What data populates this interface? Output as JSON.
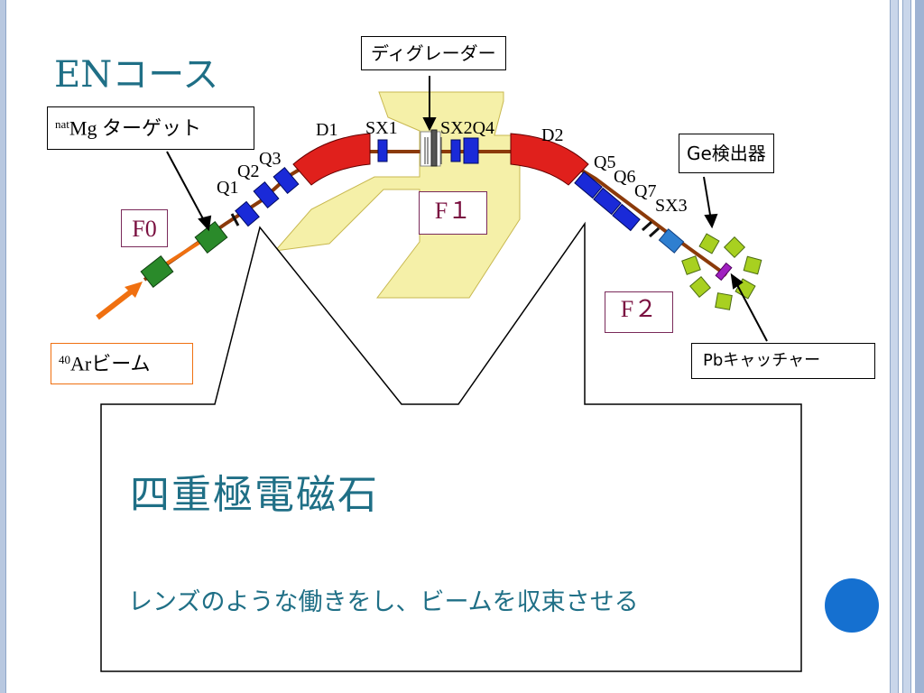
{
  "slide": {
    "title": "ENコース"
  },
  "labels": {
    "degrader": "ディグレーダー",
    "target_super": "nat",
    "target_rest": "Mg ターゲット",
    "ge_detector": "Ge検出器",
    "beam_super": "40",
    "beam_rest": "Arビーム",
    "catcher": "Pbキャッチャー",
    "f0": "F0",
    "f1": "F１",
    "f2": "F２",
    "d1": "D1",
    "d2": "D2",
    "sx1": "SX1",
    "sx2q4": "SX2Q4",
    "sx3": "SX3",
    "q1": "Q1",
    "q2": "Q2",
    "q3": "Q3",
    "q5": "Q5",
    "q6": "Q6",
    "q7": "Q7"
  },
  "callout": {
    "title": "四重極電磁石",
    "description": "レンズのような働きをし、ビームを収束させる"
  },
  "colors": {
    "title": "#1f6f86",
    "quadrupole": "#1a2ad8",
    "dipole": "#e0201c",
    "target": "#2a8a2a",
    "detector": "#a8d020",
    "area": "#f5f0a8",
    "beam_line": "#8b3a0a",
    "beam_arrow": "#f07010",
    "accent_dot": "#1570d0"
  },
  "icons": {
    "beam_arrow": "arrow-icon",
    "pointer": "pointer-arrow-icon"
  }
}
